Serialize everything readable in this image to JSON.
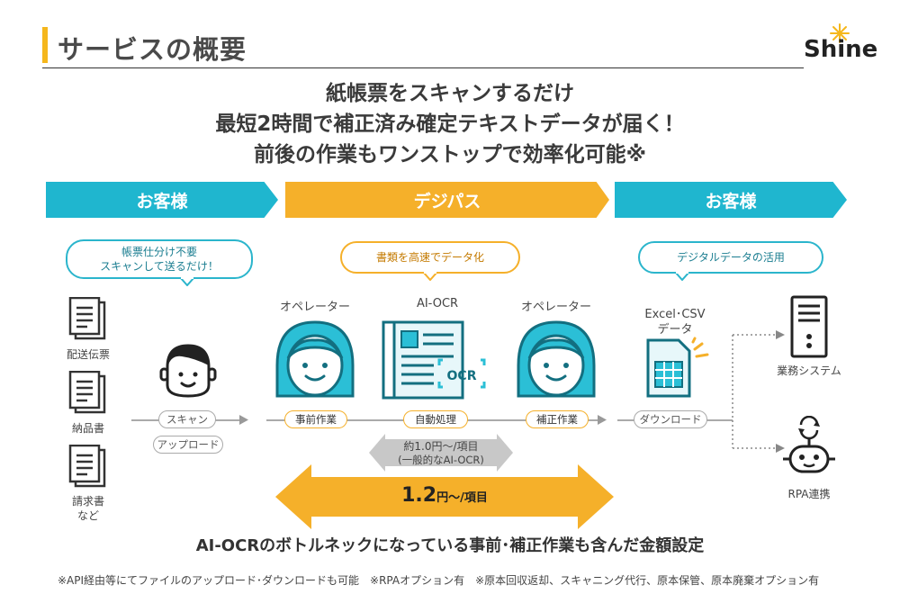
{
  "header": {
    "title": "サービスの概要",
    "logo": "Shine"
  },
  "headline": [
    "紙帳票をスキャンするだけ",
    "最短2時間で補正済み確定テキストデータが届く！",
    "前後の作業もワンストップで効率化可能※"
  ],
  "bands": {
    "left": "お客様",
    "center": "デジパス",
    "right": "お客様"
  },
  "bubbles": {
    "left_line1": "帳票仕分け不要",
    "left_line2": "スキャンして送るだけ！",
    "center": "書類を高速でデータ化",
    "right": "デジタルデータの活用"
  },
  "documents": {
    "doc1": "配送伝票",
    "doc2": "納品書",
    "doc3_line1": "請求書",
    "doc3_line2": "など"
  },
  "roles": {
    "operator_left": "オペレーター",
    "ai_ocr": "AI-OCR",
    "operator_right": "オペレーター",
    "ocr_badge": "OCR",
    "excel_line1": "Excel･CSV",
    "excel_line2": "データ"
  },
  "steps": {
    "scan": "スキャン",
    "upload": "アップロード",
    "pre_work": "事前作業",
    "auto": "自動処理",
    "correction": "補正作業",
    "download": "ダウンロード"
  },
  "systems": {
    "business": "業務システム",
    "rpa": "RPA連携"
  },
  "pricing": {
    "ocr_line1": "約1.0円～/項目",
    "ocr_line2": "(一般的なAI-OCR)",
    "main_value": "1.2",
    "main_unit": "円～/項目"
  },
  "tagline": "AI-OCRのボトルネックになっている事前･補正作業も含んだ金額設定",
  "footer": "※API経由等にてファイルのアップロード･ダウンロードも可能　※RPAオプション有　※原本回収返却、スキャニング代行、原本保管、原本廃棄オプション有",
  "colors": {
    "accent_yellow": "#f5b71c",
    "cyan": "#1fb6cf",
    "orange": "#f5b02a",
    "gray_arrow": "#bdbdbd"
  }
}
